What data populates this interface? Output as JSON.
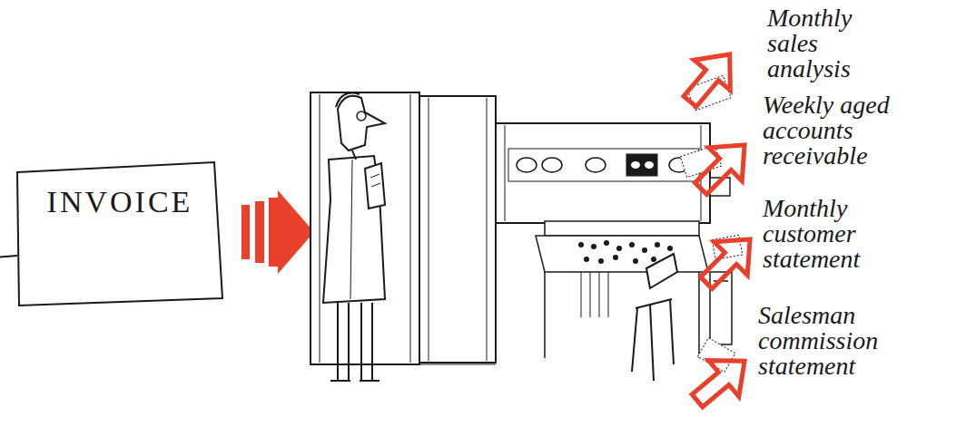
{
  "diagram": {
    "nodes": [
      {
        "text": [
          "INVOICE"
        ]
      }
    ],
    "labels": [
      "Monthly sales analysis",
      "Weekly aged accounts receivable",
      "Monthly customer statement",
      "Salesman commission statement"
    ]
  }
}
